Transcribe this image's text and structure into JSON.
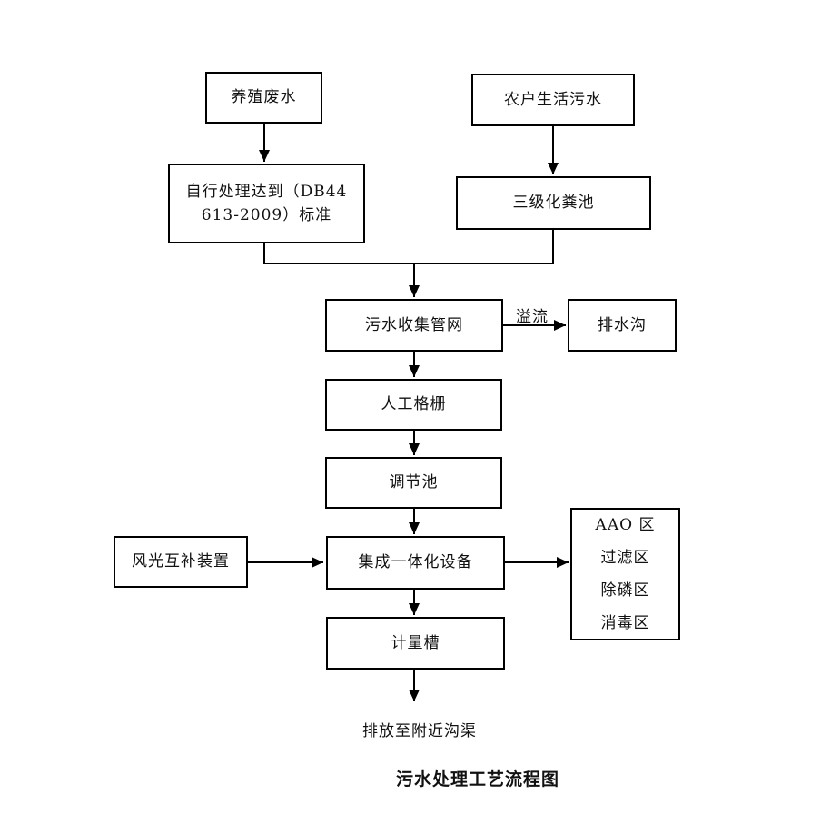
{
  "diagram": {
    "caption": "污水处理工艺流程图",
    "overflow_label": "溢流",
    "outfall_text": "排放至附近沟渠",
    "colors": {
      "line": "#000000",
      "text": "#111111",
      "background": "#ffffff"
    },
    "nodes": {
      "farm_wastewater": {
        "label": "养殖废水"
      },
      "household_sewage": {
        "label": "农户生活污水"
      },
      "self_treatment": {
        "lines": [
          "自行处理达到（DB44",
          "613-2009）标准"
        ]
      },
      "septic_tank": {
        "label": "三级化粪池"
      },
      "sewage_network": {
        "label": "污水收集管网"
      },
      "drainage_ditch": {
        "label": "排水沟"
      },
      "manual_screen": {
        "label": "人工格栅"
      },
      "regulating_tank": {
        "label": "调节池"
      },
      "wind_solar_device": {
        "label": "风光互补装置"
      },
      "integrated_equipment": {
        "label": "集成一体化设备"
      },
      "zones": {
        "lines": [
          "AAO 区",
          "过滤区",
          "除磷区",
          "消毒区"
        ]
      },
      "metering_tank": {
        "label": "计量槽"
      }
    }
  }
}
